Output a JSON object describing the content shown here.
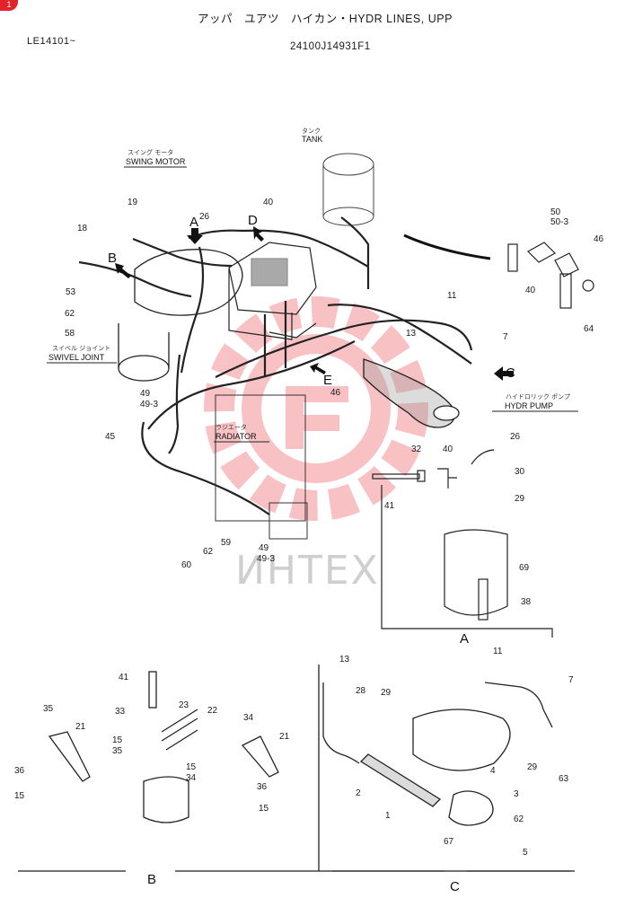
{
  "header": {
    "badge": "1",
    "title": "アッパ　ユアツ　ハイカン・HYDR LINES, UPP",
    "serial": "LE14101~",
    "part_number": "24100J14931F1"
  },
  "captions": {
    "tank_kana": "タンク",
    "tank": "TANK",
    "swing_motor_kana": "スイング モータ",
    "swing_motor": "SWING MOTOR",
    "swivel_joint_kana": "スイベル ジョイント",
    "swivel_joint": "SWIVEL JOINT",
    "radiator_kana": "ラジエータ",
    "radiator": "RADIATOR",
    "hydr_pump_kana": "ハイドロリック ポンプ",
    "hydr_pump": "HYDR PUMP"
  },
  "view_letters": {
    "a": "A",
    "b": "B",
    "c": "C",
    "d": "D",
    "e": "E"
  },
  "views": {
    "a": "A",
    "b": "B",
    "c": "C"
  },
  "watermark": {
    "text": "ИНТЕХ",
    "color": "#e8262d"
  },
  "callouts": {
    "c19": "19",
    "c18": "18",
    "c26a": "26",
    "c40a": "40",
    "c53": "53",
    "c62a": "62",
    "c58": "58",
    "c11a": "11",
    "c13a": "13",
    "c7a": "7",
    "c46a": "46",
    "c49a": "49",
    "c493a": "49-3",
    "c45": "45",
    "c50": "50",
    "c503": "50-3",
    "c46b": "46",
    "c40b": "40",
    "c64": "64",
    "c60": "60",
    "c62b": "62",
    "c59": "59",
    "c49b": "49",
    "c493b": "49-3",
    "c26b": "26",
    "c32": "32",
    "c40c": "40",
    "c30": "30",
    "c29a": "29",
    "c41a": "41",
    "c69": "69",
    "c38": "38",
    "c41b": "41",
    "c33": "33",
    "c23": "23",
    "c22": "22",
    "c34a": "34",
    "c35a": "35",
    "c21a": "21",
    "c15a": "15",
    "c35b": "35",
    "c15b": "15",
    "c34b": "34",
    "c36a": "36",
    "c36b": "36",
    "c15c": "15",
    "c15d": "15",
    "c21b": "21",
    "c13b": "13",
    "c28": "28",
    "c29b": "29",
    "c11b": "11",
    "c7b": "7",
    "c4": "4",
    "c29c": "29",
    "c63": "63",
    "c2": "2",
    "c3": "3",
    "c1": "1",
    "c62c": "62",
    "c67": "67",
    "c5": "5"
  }
}
